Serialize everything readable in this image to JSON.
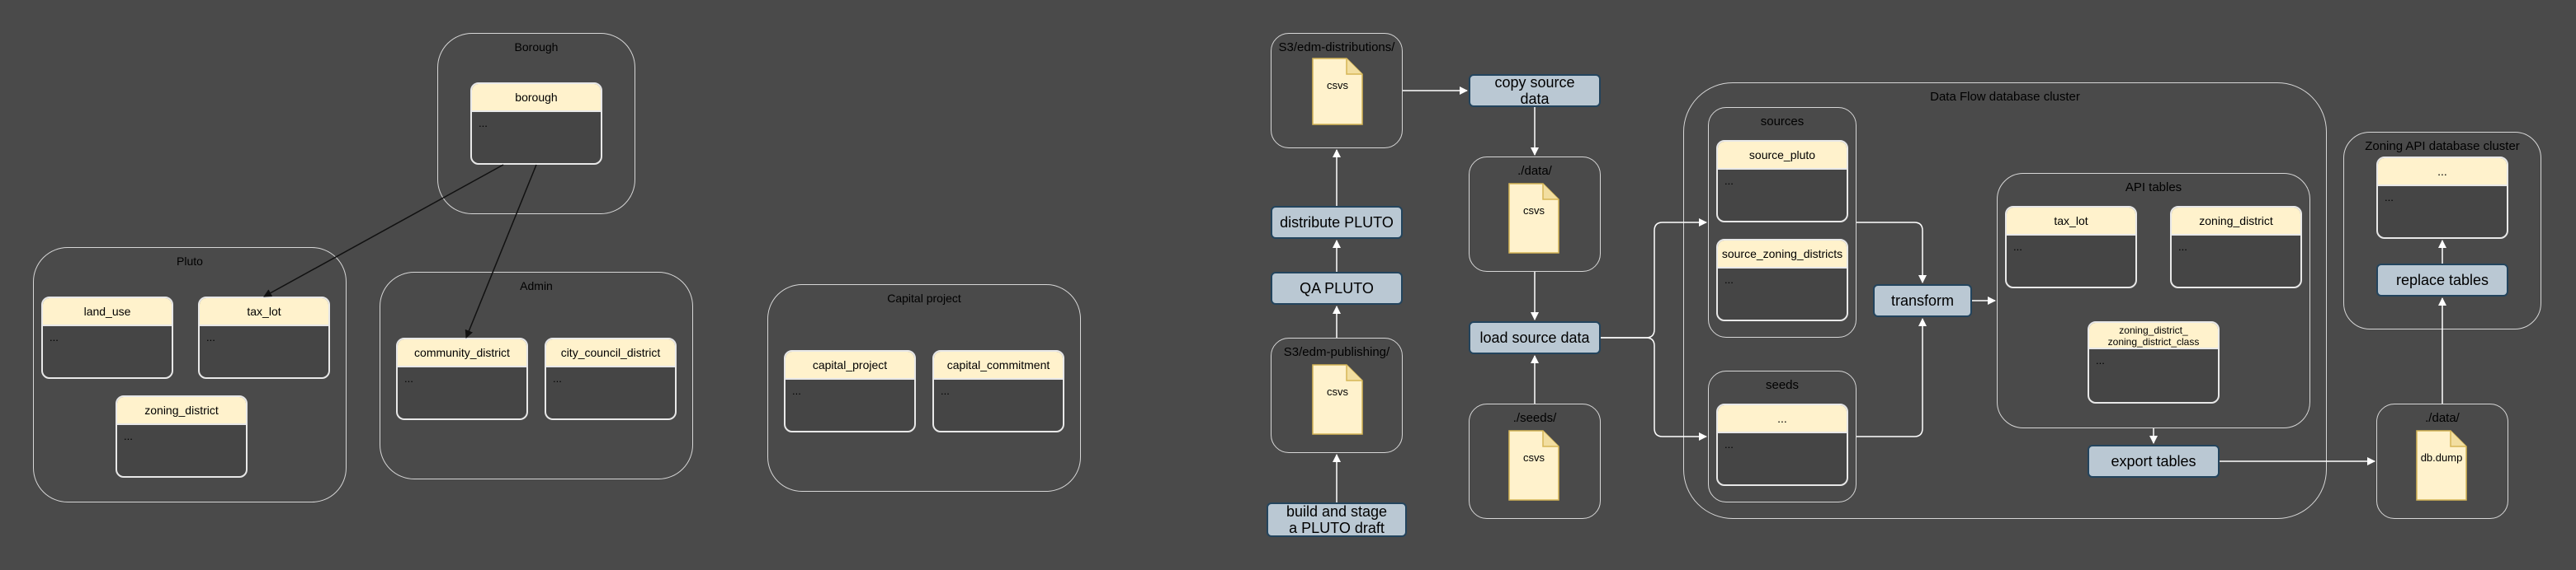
{
  "groups": {
    "borough": "Borough",
    "pluto": "Pluto",
    "admin": "Admin",
    "capital_project": "Capital project",
    "s3_dist": "S3/edm-distributions/",
    "data_dir": "./data/",
    "s3_pub": "S3/edm-publishing/",
    "seeds_dir": "./seeds/",
    "cluster": "Data Flow database cluster",
    "sources": "sources",
    "seeds": "seeds",
    "api_tables": "API tables",
    "zoning_cluster": "Zoning API database cluster",
    "out_data_dir": "./data/"
  },
  "tables": {
    "borough": {
      "name": "borough",
      "body": "..."
    },
    "land_use": {
      "name": "land_use",
      "body": "..."
    },
    "tax_lot": {
      "name": "tax_lot",
      "body": "..."
    },
    "zoning_district": {
      "name": "zoning_district",
      "body": "..."
    },
    "community_district": {
      "name": "community_district",
      "body": "..."
    },
    "city_council_district": {
      "name": "city_council_district",
      "body": "..."
    },
    "capital_project": {
      "name": "capital_project",
      "body": "..."
    },
    "capital_commitment": {
      "name": "capital_commitment",
      "body": "..."
    },
    "source_pluto": {
      "name": "source_pluto",
      "body": "..."
    },
    "source_zoning_districts": {
      "name": "source_zoning_districts",
      "body": "..."
    },
    "seeds_table": {
      "name": "...",
      "body": "..."
    },
    "api_tax_lot": {
      "name": "tax_lot",
      "body": "..."
    },
    "api_zoning_district": {
      "name": "zoning_district",
      "body": "..."
    },
    "api_zdzdc_line1": "zoning_district_",
    "api_zdzdc_line2": "zoning_district_class",
    "api_zdzdc_body": "...",
    "zoning_api": {
      "name": "...",
      "body": "..."
    }
  },
  "processes": {
    "copy_source_data": "copy source data",
    "distribute_pluto": "distribute PLUTO",
    "qa_pluto": "QA PLUTO",
    "load_source_data": "load source data",
    "build_line1": "build and stage",
    "build_line2": "a PLUTO draft",
    "transform": "transform",
    "export_tables": "export tables",
    "replace_tables": "replace tables"
  },
  "documents": {
    "csvs_dist": "csvs",
    "csvs_data": "csvs",
    "csvs_pub": "csvs",
    "csvs_seeds": "csvs",
    "db_dump": "db.dump"
  },
  "colors": {
    "background": "#4a4a4a",
    "table_header": "#fff2cc",
    "process_fill": "#bac8d3",
    "process_stroke": "#23445d",
    "document_fill": "#fff2cc",
    "document_stroke": "#d6b656"
  }
}
